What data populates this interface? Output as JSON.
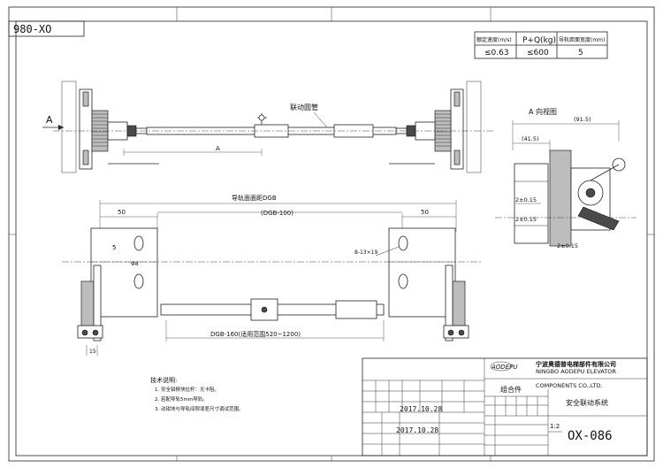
{
  "drawing_number_tag": "980-XO",
  "spec_table": {
    "headers": [
      "额定速度(m/s)",
      "P+Q(kg)",
      "导轨距面宽度(mm)"
    ],
    "values": [
      "≤0.63",
      "≤600",
      "5"
    ]
  },
  "labels": {
    "view_marker_a": "A",
    "connecting_tube": "联动圆管",
    "dim_a": "A",
    "view_a_title": "A 向视图",
    "dim_915": "(91.5)",
    "dim_415": "(41.5)",
    "dim_2pm015_a": "2±0.15",
    "dim_2pm015_b": "2±0.15",
    "dim_2pm015_c": "2±0.15",
    "rail_face_dgb": "导轨面面距DGB",
    "dim_50_left": "50",
    "dim_50_right": "50",
    "dim_dgb100": "(DGB-100)",
    "dim_5": "5",
    "dim_hole_dia": "Φ8",
    "dim_slot": "8-13×19",
    "dim_range": "DGB-160(适用范围520~1200)",
    "dim_15": "15"
  },
  "tech_notes": {
    "title": "技术说明:",
    "items": [
      "1. 安全钳楔块拉杆：无卡阻。",
      "2. 若配导轨5mm导轨。",
      "3. 动钳块与导轨间隙误差尺寸调试范围。"
    ]
  },
  "title_block": {
    "company_cn": "宁波奥德普电梯部件有限公司",
    "company_en_1": "NINGBO AODEPU ELEVATOR",
    "company_en_2": "COMPONENTS CO.,LTD.",
    "logo_text": "AODEPU",
    "assembly_label": "组合件",
    "part_name": "安全联动系统",
    "scale": "1:2",
    "drawing_no": "OX-086",
    "date_1": "2017.10.28",
    "date_2": "2017.10.28"
  }
}
